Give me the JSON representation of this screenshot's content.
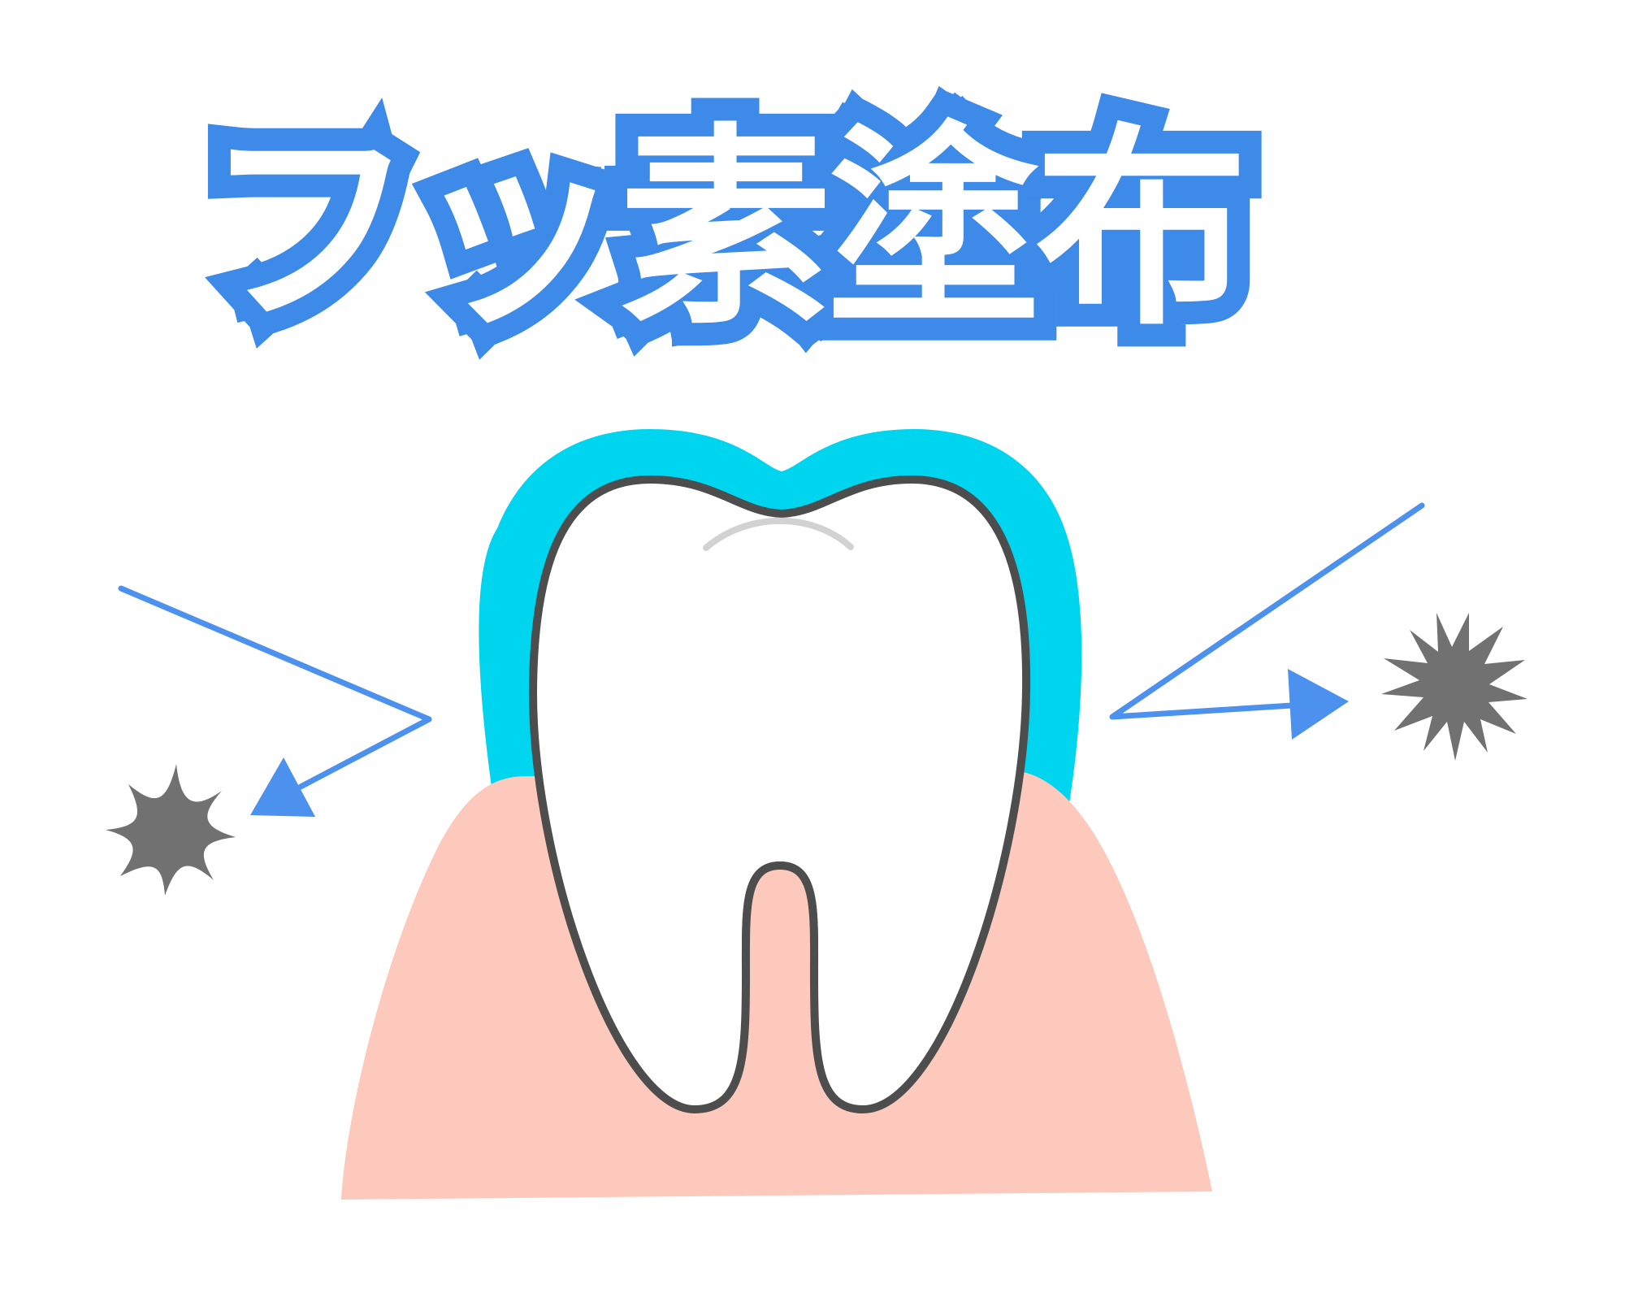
{
  "title": {
    "text": "フッ素塗布",
    "fill_color": "#ffffff",
    "outline_color": "#3d8ae8"
  },
  "illustration": {
    "subject": "tooth with fluoride coating",
    "colors": {
      "fluoride_coating": "#00d5ef",
      "tooth_fill": "#ffffff",
      "tooth_outline": "#4d4d4d",
      "gum": "#fdc9bc",
      "crown_highlight": "#d2d2d2",
      "arrow": "#4d91ee",
      "impact_star": "#717171"
    },
    "arrows": [
      {
        "name": "left-deflected-arrow",
        "direction": "bounce-off-left"
      },
      {
        "name": "right-deflected-arrow",
        "direction": "bounce-off-right"
      }
    ],
    "stars": [
      {
        "name": "left-impact-star",
        "points": 9
      },
      {
        "name": "right-impact-star",
        "points": 14
      }
    ]
  }
}
